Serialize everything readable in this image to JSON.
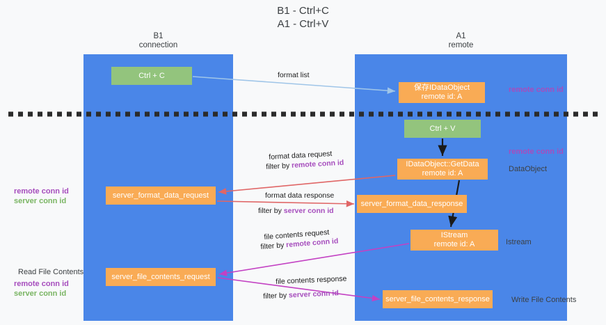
{
  "title": "B1 - Ctrl+C\nA1 - Ctrl+V",
  "lanes": [
    {
      "name": "b1",
      "header": "B1\nconnection",
      "color": "#4a86e8"
    },
    {
      "name": "a1",
      "header": "A1\nremote",
      "color": "#4a86e8"
    }
  ],
  "colors": {
    "lane": "#4a86e8",
    "green_node": "#93c47d",
    "orange_node": "#f9ab55",
    "purple_text": "#a64dbd",
    "green_text": "#7ab563",
    "blue_arrow": "#9fc5e8",
    "red_arrow": "#e06666",
    "black_arrow": "#1b1b1b",
    "magenta_arrow": "#c341c3",
    "background": "#f8f9fa"
  },
  "nodes": {
    "ctrl_c": "Ctrl + C",
    "save_idataobject": "保存IDataObject\nremote id: A",
    "ctrl_v": "Ctrl + V",
    "getdata": "IDataObject::GetData\nremote id: A",
    "server_format_data_request": "server_format_data_request",
    "server_format_data_response": "server_format_data_response",
    "istream": "IStream\nremote id: A",
    "server_file_contents_request": "server_file_contents_request",
    "server_file_contents_response": "server_file_contents_response"
  },
  "edge_labels": {
    "format_list": "format list",
    "format_data_request": "format data request",
    "filter_by": "filter by ",
    "remote_conn_id": "remote conn id",
    "format_data_response": "format data response",
    "server_conn_id": "server conn id",
    "file_contents_request": "file contents request",
    "file_contents_response": "file contents response"
  },
  "annotations": {
    "remote_conn_id_top": "remote conn id",
    "remote_conn_id_mid": "remote conn id",
    "dataobject": "DataObject",
    "istream_label": "Istream",
    "write_file_contents": "Write File Contents",
    "read_file_contents": "Read File Contents",
    "remote_conn_id_left": "remote conn id",
    "server_conn_id_left": "server conn id"
  }
}
